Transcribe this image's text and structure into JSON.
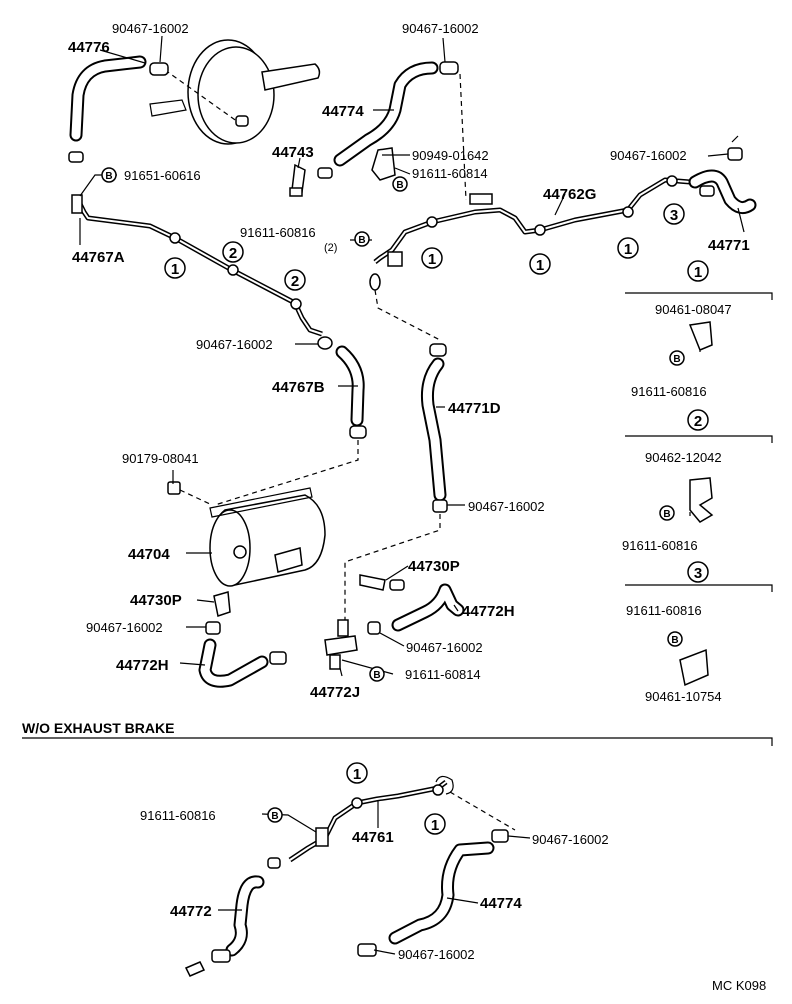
{
  "labels": {
    "p44776": "44776",
    "p90467_a": "90467-16002",
    "p91651": "91651-60616",
    "p44767A": "44767A",
    "p90467_b": "90467-16002",
    "p44774": "44774",
    "p44743": "44743",
    "p90949": "90949-01642",
    "p91611_814a": "91611-60814",
    "p91611_816a": "91611-60816",
    "p91611_816a_qty": "(2)",
    "p44762G": "44762G",
    "p90467_c": "90467-16002",
    "p44771": "44771",
    "p90467_d": "90467-16002",
    "p44767B": "44767B",
    "p44771D": "44771D",
    "p90179": "90179-08041",
    "p90467_e": "90467-16002",
    "p44704": "44704",
    "p44730P_a": "44730P",
    "p44730P_b": "44730P",
    "p44772H_a": "44772H",
    "p90467_f": "90467-16002",
    "p90467_g": "90467-16002",
    "p44772H_b": "44772H",
    "p91611_814b": "91611-60814",
    "p44772J": "44772J",
    "section_title": "W/O EXHAUST BRAKE",
    "p91611_816b": "91611-60816",
    "p44761": "44761",
    "p90467_h": "90467-16002",
    "p44772": "44772",
    "p44774b": "44774",
    "p90467_i": "90467-16002",
    "figure_code": "MC K098",
    "bolt_symbol": "B",
    "call1": "1",
    "call2": "2",
    "call3": "3"
  },
  "legend": [
    {
      "num": "1",
      "clamp": "90461-08047",
      "bolt": "91611-60816"
    },
    {
      "num": "2",
      "clamp": "90462-12042",
      "bolt": "91611-60816"
    },
    {
      "num": "3",
      "bolt": "91611-60816",
      "clamp": "90461-10754"
    }
  ]
}
